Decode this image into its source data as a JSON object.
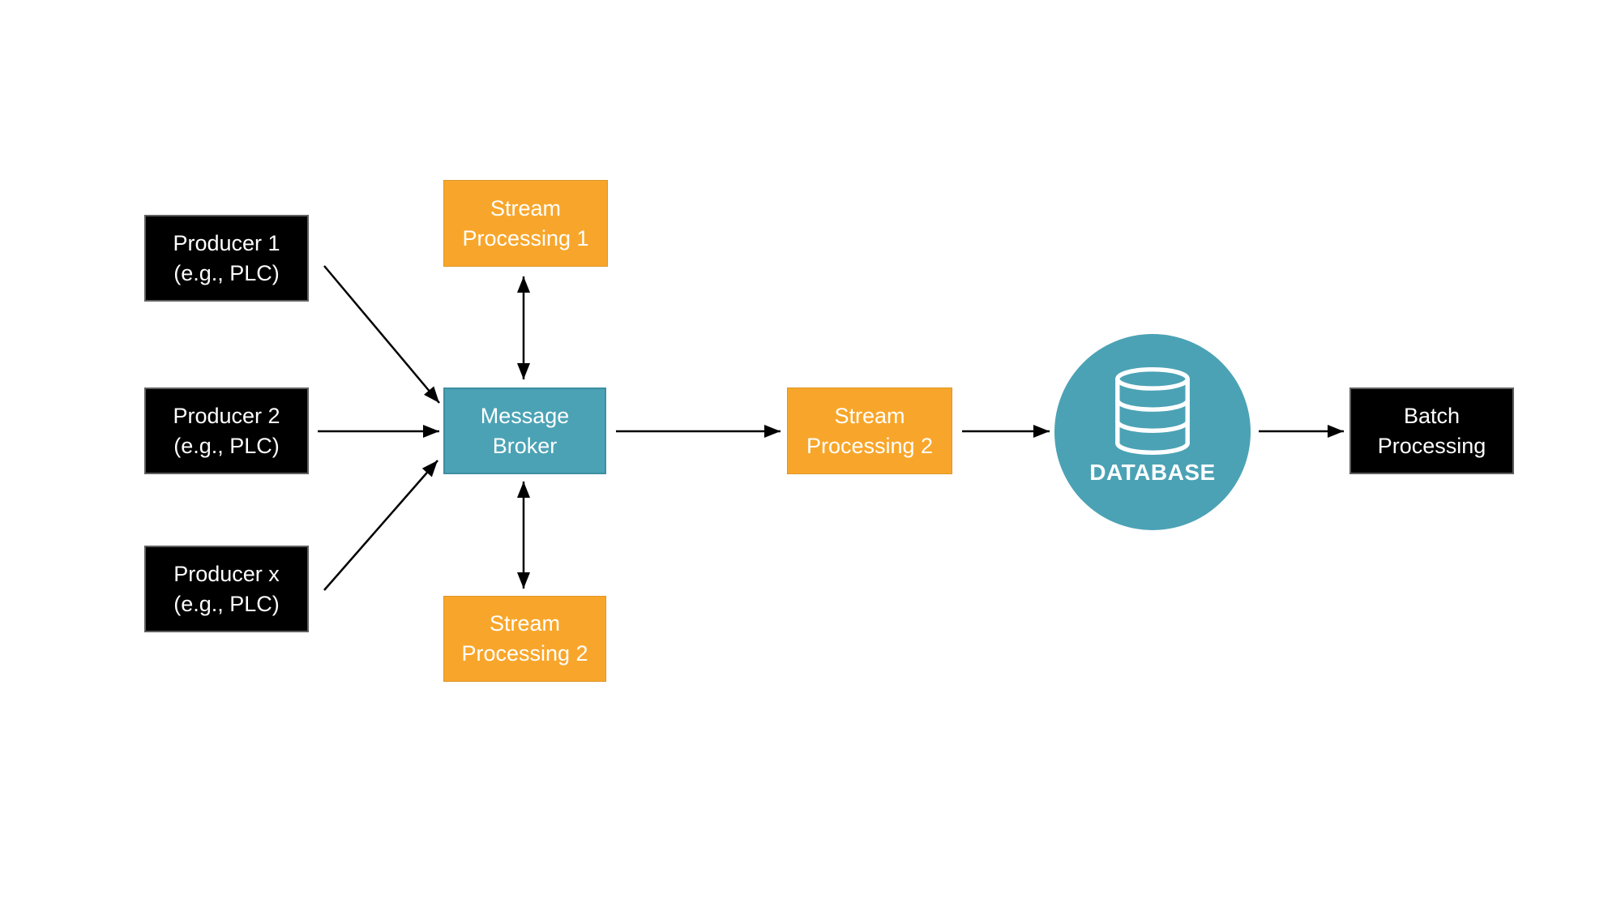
{
  "diagram": {
    "colors": {
      "producer_box": "#000000",
      "stream_box": "#F8A62B",
      "broker_box": "#4BA2B5",
      "database_circle": "#4BA2B5",
      "batch_box": "#000000",
      "label_text": "#FFFFFF",
      "arrow": "#000000",
      "background": "#FFFFFF"
    },
    "nodes": {
      "producer_1": {
        "line1": "Producer 1",
        "line2": "(e.g., PLC)"
      },
      "producer_2": {
        "line1": "Producer 2",
        "line2": "(e.g., PLC)"
      },
      "producer_x": {
        "line1": "Producer x",
        "line2": "(e.g., PLC)"
      },
      "stream_processing_1": {
        "line1": "Stream",
        "line2": "Processing 1"
      },
      "message_broker": {
        "line1": "Message",
        "line2": "Broker"
      },
      "stream_processing_2_bottom": {
        "line1": "Stream",
        "line2": "Processing 2"
      },
      "stream_processing_2_middle": {
        "line1": "Stream",
        "line2": "Processing 2"
      },
      "database": {
        "label": "DATABASE",
        "icon": "database-cylinder-icon"
      },
      "batch_processing": {
        "line1": "Batch",
        "line2": "Processing"
      }
    },
    "edges": [
      {
        "from": "producer_1",
        "to": "message_broker",
        "type": "arrow"
      },
      {
        "from": "producer_2",
        "to": "message_broker",
        "type": "arrow"
      },
      {
        "from": "producer_x",
        "to": "message_broker",
        "type": "arrow"
      },
      {
        "from": "stream_processing_1",
        "to": "message_broker",
        "type": "double-arrow"
      },
      {
        "from": "message_broker",
        "to": "stream_processing_2_bottom",
        "type": "double-arrow"
      },
      {
        "from": "message_broker",
        "to": "stream_processing_2_middle",
        "type": "arrow"
      },
      {
        "from": "stream_processing_2_middle",
        "to": "database",
        "type": "arrow"
      },
      {
        "from": "database",
        "to": "batch_processing",
        "type": "arrow"
      }
    ]
  }
}
